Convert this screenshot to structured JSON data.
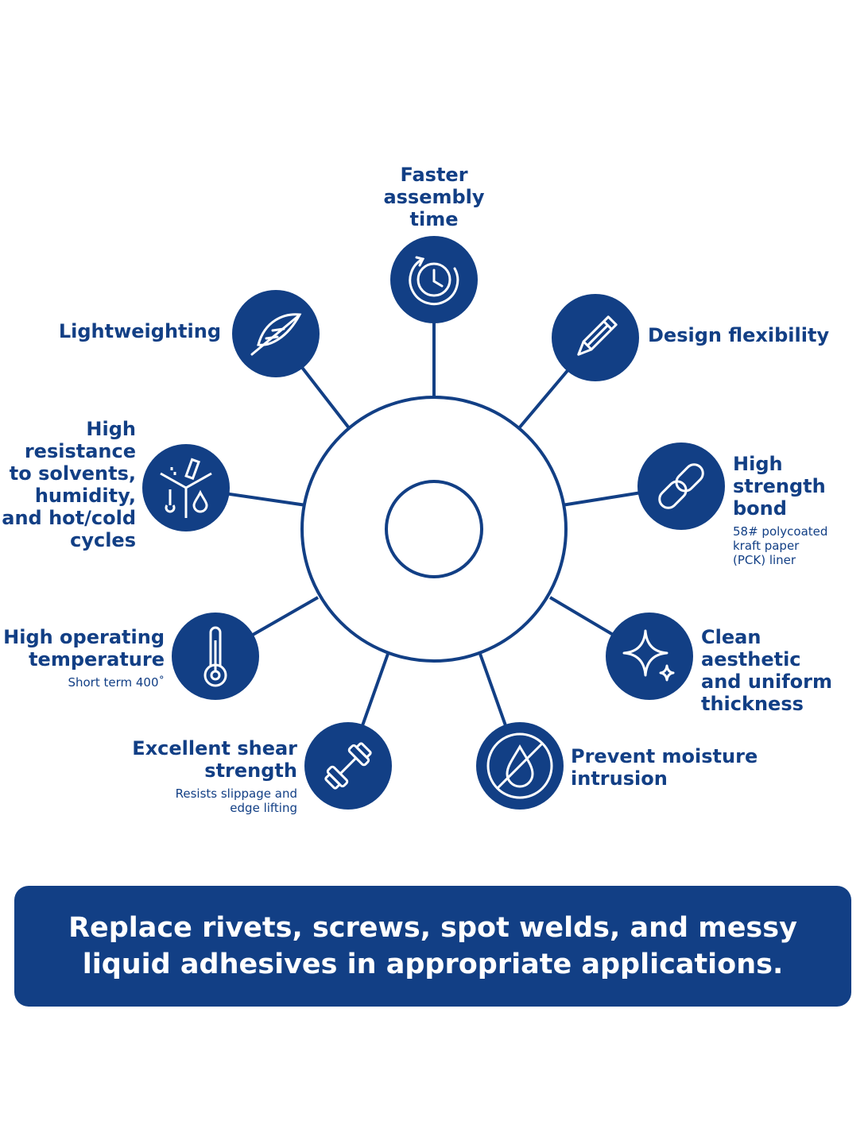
{
  "colors": {
    "brand": "#123f85",
    "background": "#ffffff",
    "icon_stroke": "#ffffff"
  },
  "features": [
    {
      "icon": "clock-icon",
      "title": "Faster\nassembly\ntime",
      "subtitle": ""
    },
    {
      "icon": "pencil-icon",
      "title": "Design flexibility",
      "subtitle": ""
    },
    {
      "icon": "chain-link-icon",
      "title": "High\nstrength\nbond",
      "subtitle": "58# polycoated\nkraft paper\n(PCK) liner"
    },
    {
      "icon": "sparkle-icon",
      "title": "Clean aesthetic\nand uniform\nthickness",
      "subtitle": ""
    },
    {
      "icon": "no-water-drop-icon",
      "title": "Prevent moisture\nintrusion",
      "subtitle": ""
    },
    {
      "icon": "dumbbell-icon",
      "title": "Excellent shear\nstrength",
      "subtitle": "Resists slippage and\nedge lifting"
    },
    {
      "icon": "thermometer-icon",
      "title": "High operating\ntemperature",
      "subtitle": "Short term 400˚"
    },
    {
      "icon": "resistance-icon",
      "title": "High\nresistance\nto solvents,\nhumidity,\nand hot/cold\ncycles",
      "subtitle": ""
    },
    {
      "icon": "feather-icon",
      "title": "Lightweighting",
      "subtitle": ""
    }
  ],
  "banner": {
    "text": "Replace rivets, screws, spot welds, and messy\nliquid adhesives in appropriate applications."
  }
}
